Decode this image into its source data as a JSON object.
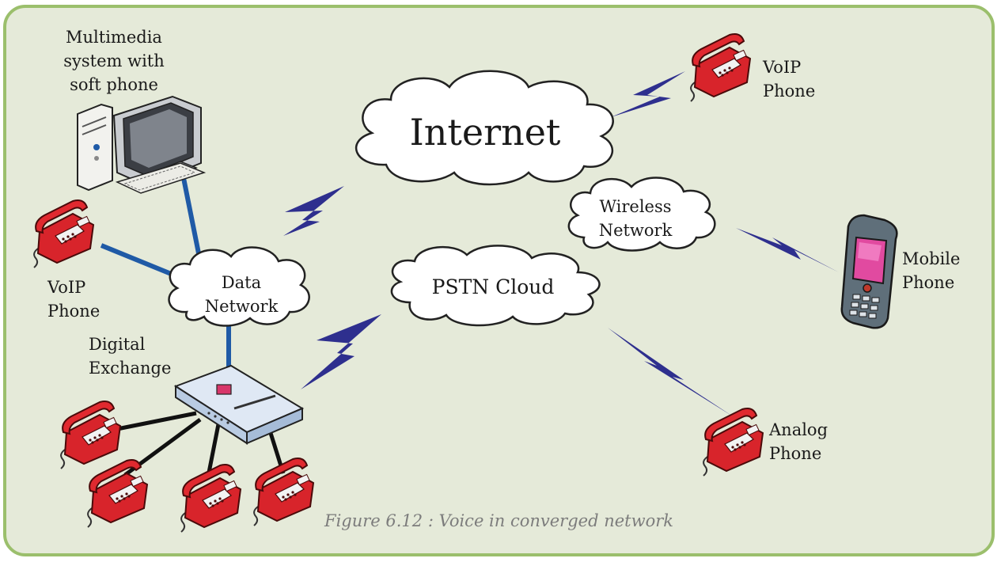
{
  "title": "",
  "labels": {
    "multimedia": "Multimedia\nsystem with\nsoft phone",
    "voip_left": "VoIP\nPhone",
    "data_network": "Data\nNetwork",
    "digital_exchange": "Digital\nExchange",
    "internet": "Internet",
    "pstn": "PSTN Cloud",
    "wireless": "Wireless\nNetwork",
    "voip_right": "VoIP\nPhone",
    "mobile": "Mobile\nPhone",
    "analog": "Analog\nPhone"
  },
  "caption": "Figure 6.12 : Voice in converged network",
  "colors": {
    "panel_bg": "#e5ead9",
    "panel_border": "#9bbf6c",
    "lightning": "#2e2f8e",
    "link_blue": "#1f5aa6",
    "phone_red": "#d8242b"
  }
}
